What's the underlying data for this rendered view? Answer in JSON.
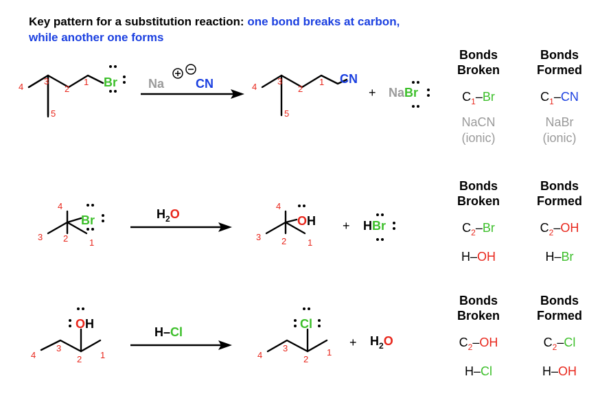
{
  "title": {
    "part1": "Key pattern for a substitution reaction: ",
    "part2": "one bond breaks at carbon,",
    "line2": "while another one forms"
  },
  "headers": {
    "broken_1": "Bonds",
    "broken_2": "Broken",
    "formed_1": "Bonds",
    "formed_2": "Formed"
  },
  "reaction1": {
    "reagent_na": "Na",
    "reagent_cn": "CN",
    "plus_sign": "+",
    "product_cn": "CN",
    "side_na": "Na",
    "side_br": "Br",
    "leaving_atom": "Br",
    "nums_reactant": [
      "4",
      "3",
      "2",
      "1",
      "5"
    ],
    "nums_product": [
      "4",
      "3",
      "2",
      "1",
      "5"
    ],
    "broken": {
      "c": "C",
      "sub": "1",
      "dash": "–",
      "atom": "Br"
    },
    "formed": {
      "c": "C",
      "sub": "1",
      "dash": "–",
      "atom": "CN"
    },
    "ionic_broken": {
      "name": "NaCN",
      "note": "(ionic)"
    },
    "ionic_formed": {
      "name": "NaBr",
      "note": "(ionic)"
    }
  },
  "reaction2": {
    "reagent_h": "H",
    "reagent_sub": "2",
    "reagent_o": "O",
    "leaving_atom": "Br",
    "product_o": "O",
    "product_h": "H",
    "plus_sign": "+",
    "side_h": "H",
    "side_br": "Br",
    "nums_reactant": [
      "4",
      "3",
      "2",
      "1"
    ],
    "nums_product": [
      "4",
      "3",
      "2",
      "1"
    ],
    "broken": {
      "c": "C",
      "sub": "2",
      "dash": "–",
      "atom": "Br"
    },
    "formed": {
      "c": "C",
      "sub": "2",
      "dash": "–",
      "atom": "OH"
    },
    "broken2": {
      "a": "H",
      "dash": "–",
      "b": "OH"
    },
    "formed2": {
      "a": "H",
      "dash": "–",
      "b": "Br"
    }
  },
  "reaction3": {
    "reagent_h": "H",
    "reagent_dash": "–",
    "reagent_cl": "Cl",
    "reactant_o": "O",
    "reactant_h": "H",
    "product_cl": "Cl",
    "plus_sign": "+",
    "side_h": "H",
    "side_sub": "2",
    "side_o": "O",
    "nums_reactant": [
      "4",
      "3",
      "2",
      "1"
    ],
    "nums_product": [
      "4",
      "3",
      "2",
      "1"
    ],
    "broken": {
      "c": "C",
      "sub": "2",
      "dash": "–",
      "atom": "OH"
    },
    "formed": {
      "c": "C",
      "sub": "2",
      "dash": "–",
      "atom": "Cl"
    },
    "broken2": {
      "a": "H",
      "dash": "–",
      "b": "Cl"
    },
    "formed2": {
      "a": "H",
      "dash": "–",
      "b": "OH"
    }
  },
  "colors": {
    "emphasis_blue": "#1a3fe0",
    "carbon_number_red": "#e8261b",
    "halogen_green": "#3cbf2a",
    "ionic_gray": "#9a9a9a"
  }
}
